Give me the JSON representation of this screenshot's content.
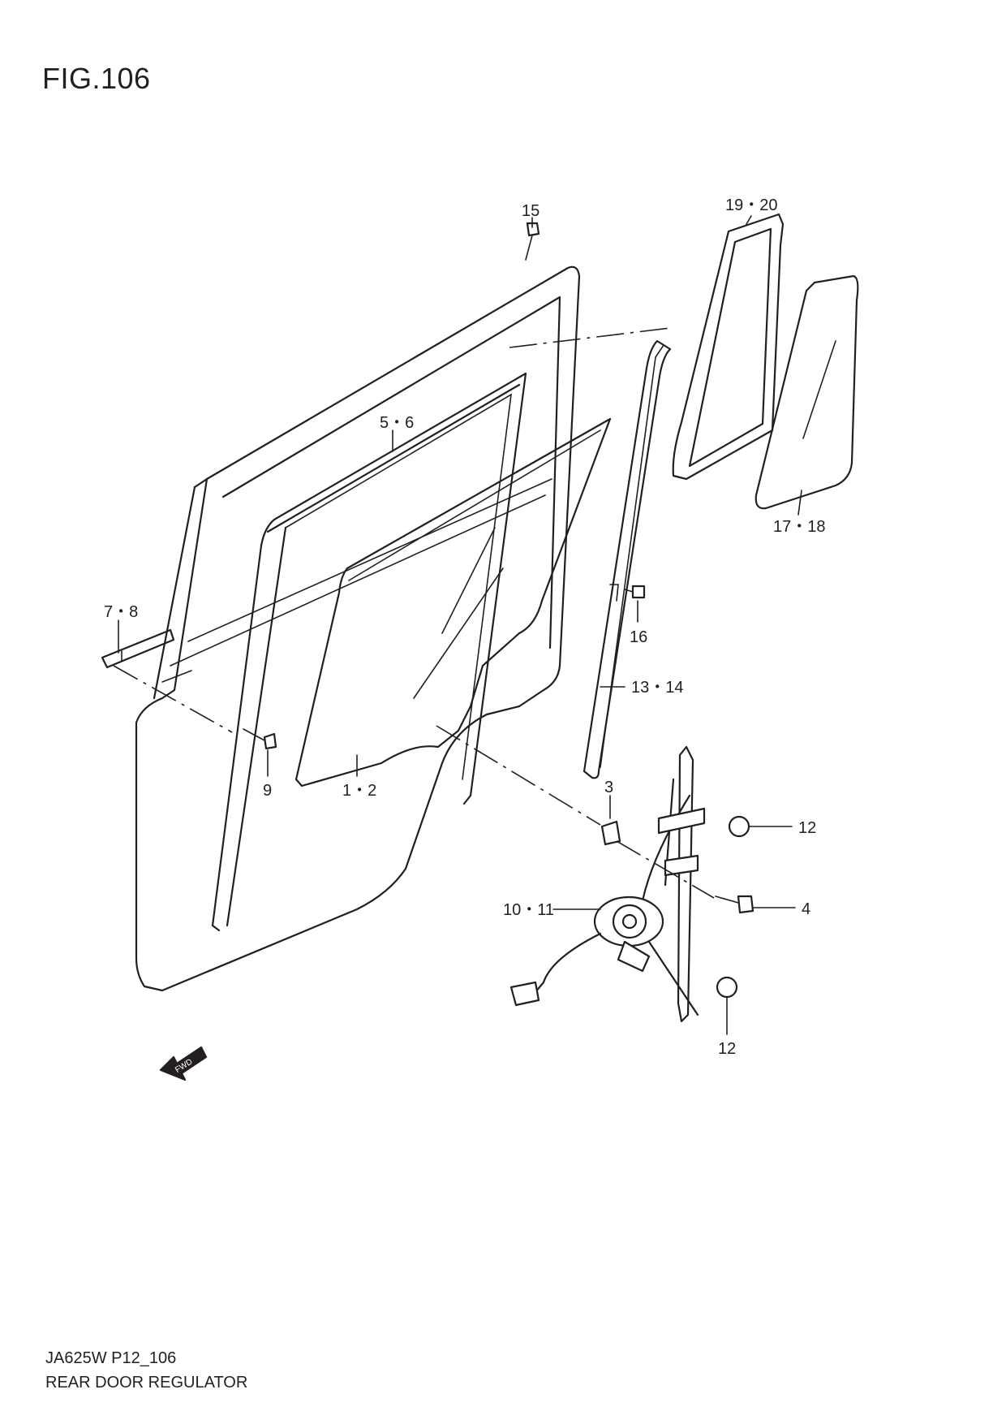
{
  "figure": {
    "title": "FIG.106"
  },
  "footer": {
    "code": "JA625W P12_106",
    "name": "REAR DOOR REGULATOR"
  },
  "callouts": {
    "c15": "15",
    "c19_20": "19・20",
    "c5_6": "5・6",
    "c17_18": "17・18",
    "c7_8": "7・8",
    "c16": "16",
    "c13_14": "13・14",
    "c9": "9",
    "c1_2": "1・2",
    "c3": "3",
    "c12a": "12",
    "c10_11": "10・11",
    "c4": "4",
    "c12b": "12"
  },
  "fwd_arrow": {
    "label": "FWD"
  }
}
